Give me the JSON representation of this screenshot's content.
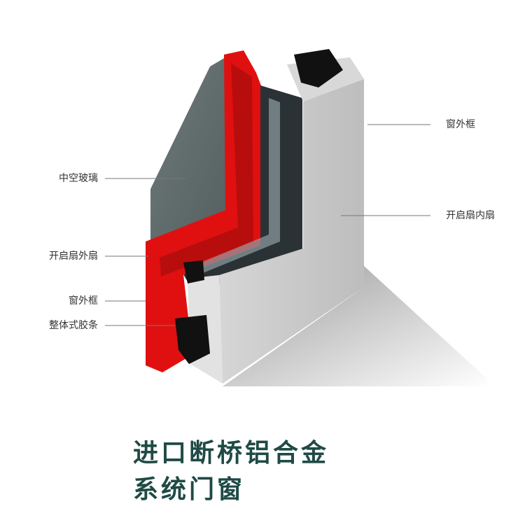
{
  "labels": {
    "left": [
      "中空玻璃",
      "开启扇外扇",
      "窗外框",
      "整体式胶条"
    ],
    "right": [
      "窗外框",
      "开启扇内扇"
    ]
  },
  "title": {
    "line1": "进口断桥铝合金",
    "line2": "系统门窗"
  },
  "colors": {
    "frame_red": "#e01010",
    "sash_dark": "#2b3236",
    "aluminum": "#c9c9c9",
    "glass": "#5f6a6c",
    "title": "#1f4a45"
  }
}
